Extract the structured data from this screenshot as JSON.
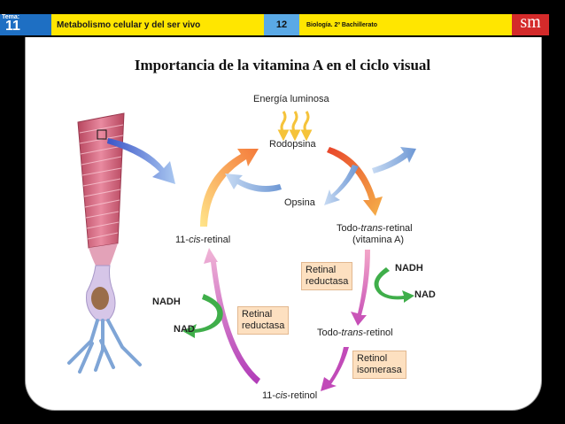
{
  "header": {
    "tema_label": "Tema:",
    "tema_number": "11",
    "unit_title": "Metabolismo celular y del ser vivo",
    "page_number": "12",
    "course": "Biología. 2º Bachillerato",
    "logo": "sm"
  },
  "title": "Importancia de la vitamina A en el ciclo visual",
  "labels": {
    "light": "Energía luminosa",
    "rodopsina": "Rodopsina",
    "opsina": "Opsina",
    "todo_trans_retinal_1": "Todo-",
    "todo_trans_retinal_2": "trans",
    "todo_trans_retinal_3": "-retinal",
    "vitamina_a": "(vitamina A)",
    "cis_retinal_1": "11-",
    "cis_retinal_2": "cis",
    "cis_retinal_3": "-retinal",
    "todo_trans_retinol_1": "Todo-",
    "todo_trans_retinol_2": "trans",
    "todo_trans_retinol_3": "-retinol",
    "cis_retinol_1": "11-",
    "cis_retinol_2": "cis",
    "cis_retinol_3": "-retinol",
    "nadh_right": "NADH",
    "nad_right": "NAD",
    "nadh_left": "NADH",
    "nad_left": "NAD"
  },
  "enzymes": {
    "retinal_reductasa_right_1": "Retinal",
    "retinal_reductasa_right_2": "reductasa",
    "retinal_reductasa_left_1": "Retinal",
    "retinal_reductasa_left_2": "reductasa",
    "retinol_isomerasa_1": "Retinol",
    "retinol_isomerasa_2": "isomerasa"
  },
  "colors": {
    "tema_blue": "#1e6fc3",
    "header_yellow": "#ffe600",
    "page_blue": "#5aa9e6",
    "logo_red": "#d42a2a",
    "enzyme_fill": "#fde0c0",
    "nad_green": "#3fae4a",
    "blue_arrow": "#6b9cd6",
    "rod_pink": "#d9607c"
  }
}
